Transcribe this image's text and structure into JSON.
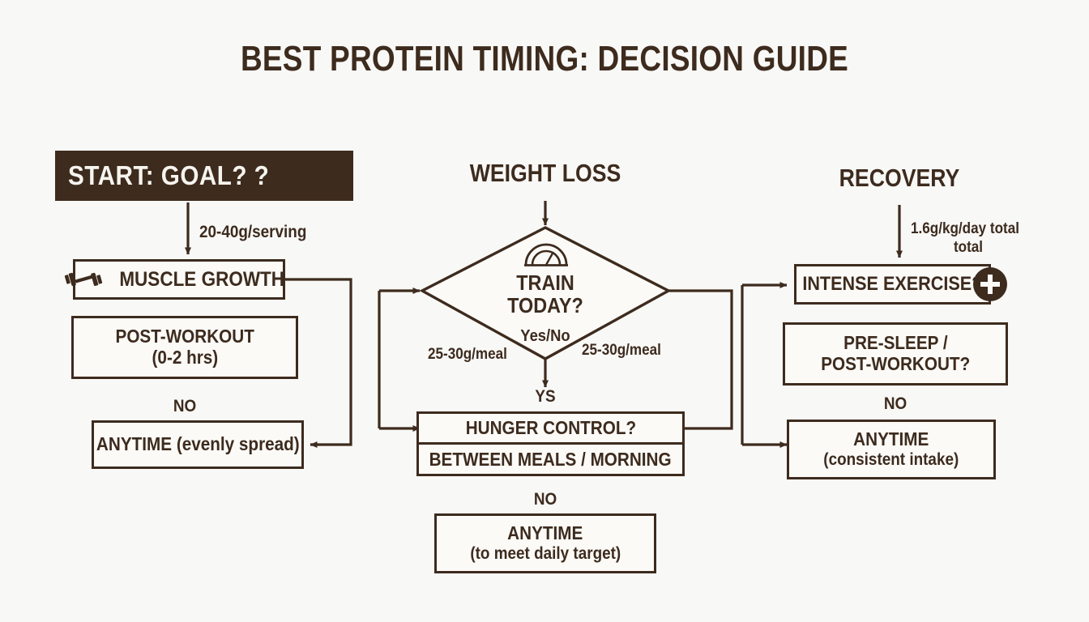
{
  "page": {
    "title": "BEST PROTEIN TIMING: DECISION GUIDE",
    "background_color": "#F8F8F6",
    "ink_color": "#3D2B1E"
  },
  "columns": {
    "left": {
      "header": "START: GOAL?  ?",
      "edge_label": "20-40g/serving",
      "nodes": [
        {
          "name": "muscle-growth",
          "label": "MUSCLE GROWTH",
          "icon": "dumbbell-icon"
        },
        {
          "name": "post-workout",
          "line1": "POST-WORKOUT",
          "line2": "(0-2 hrs)"
        },
        {
          "name": "anytime-evenly-spread",
          "label": "ANYTIME (evenly spread)"
        }
      ],
      "branch_label": "NO"
    },
    "middle": {
      "header": "WEIGHT LOSS",
      "decision": {
        "name": "train-today",
        "line1": "TRAIN",
        "line2": "TODAY?",
        "sub": "Yes/No",
        "icon": "gauge-icon"
      },
      "edge_label_left": "25-30g/meal",
      "edge_label_right": "25-30g/meal",
      "edge_label_down": "YS",
      "split": {
        "name": "hunger-control",
        "top": "HUNGER CONTROL?",
        "bottom": "BETWEEN MEALS / MORNING"
      },
      "branch_label": "NO",
      "terminal": {
        "line1": "ANYTIME",
        "line2": "(to meet daily target)"
      }
    },
    "right": {
      "header": "RECOVERY",
      "edge_label_line1": "1.6g/kg/day total",
      "edge_label_line2": "total",
      "nodes": [
        {
          "name": "intense-exercise",
          "label": "INTENSE EXERCISE?",
          "icon": "plus-badge-icon"
        },
        {
          "name": "pre-sleep-post-workout",
          "line1": "PRE-SLEEP /",
          "line2": "POST-WORKOUT?"
        },
        {
          "name": "anytime-consistent-intake",
          "line1": "ANYTIME",
          "line2": "(consistent intake)"
        }
      ],
      "branch_label": "NO"
    }
  }
}
